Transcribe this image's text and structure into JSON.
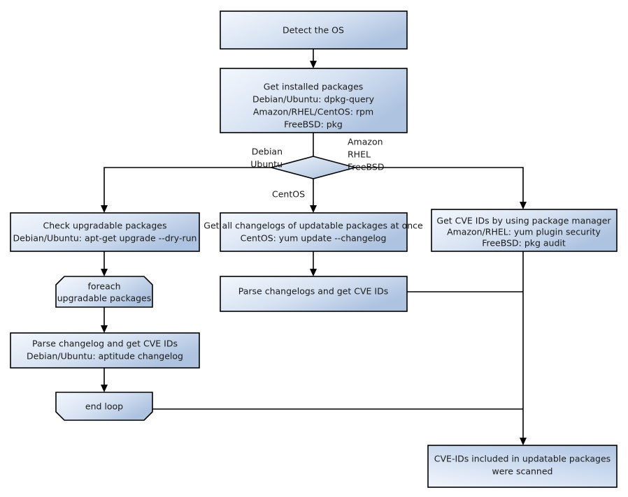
{
  "diagram": {
    "title": "Vuls scan flow by OS",
    "colors": {
      "fill_light": "#f2f6fc",
      "fill_dark": "#aec3e0",
      "stroke": "#000000",
      "text": "#1a1a1a",
      "background": "#ffffff"
    },
    "nodes": [
      {
        "id": "detect-os",
        "shape": "process",
        "lines": [
          "Detect the OS"
        ]
      },
      {
        "id": "get-installed-packages",
        "shape": "process",
        "lines": [
          "Get installed packages",
          "Debian/Ubuntu: dpkg-query",
          "Amazon/RHEL/CentOS: rpm",
          "FreeBSD: pkg"
        ]
      },
      {
        "id": "os-decision",
        "shape": "decision",
        "lines": []
      },
      {
        "id": "check-upgradable-packages",
        "shape": "process",
        "lines": [
          "Check upgradable packages",
          "Debian/Ubuntu: apt-get upgrade --dry-run"
        ]
      },
      {
        "id": "get-all-changelogs",
        "shape": "process",
        "lines": [
          "Get all changelogs of updatable packages at once",
          "CentOS: yum update --changelog"
        ]
      },
      {
        "id": "get-cve-ids-package-manager",
        "shape": "process",
        "lines": [
          "Get CVE IDs by using package manager",
          "Amazon/RHEL: yum plugin security",
          "FreeBSD: pkg audit"
        ]
      },
      {
        "id": "foreach-loop-start",
        "shape": "loop-start",
        "lines": [
          "foreach",
          "upgradable  packages"
        ]
      },
      {
        "id": "parse-changelog-get-cve-ids",
        "shape": "process",
        "lines": [
          "Parse changelog and get  CVE IDs",
          "Debian/Ubuntu: aptitude changelog"
        ]
      },
      {
        "id": "end-loop",
        "shape": "loop-end",
        "lines": [
          "end loop"
        ]
      },
      {
        "id": "parse-changelogs-get-cve-ids",
        "shape": "process",
        "lines": [
          "Parse changelogs and get CVE IDs"
        ]
      },
      {
        "id": "scan-complete",
        "shape": "process",
        "lines": [
          "CVE-IDs included in updatable packages",
          "were scanned"
        ]
      }
    ],
    "edge_labels": {
      "debian_branch": [
        "Debian",
        "Ubuntu"
      ],
      "centos_branch": [
        "CentOS"
      ],
      "rhel_branch": [
        "Amazon",
        "RHEL",
        "FreeBSD"
      ]
    }
  }
}
